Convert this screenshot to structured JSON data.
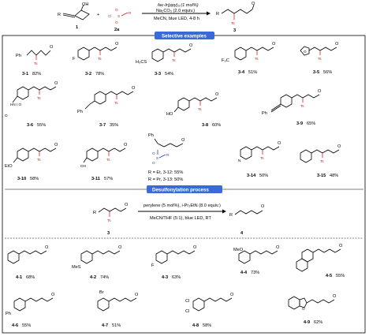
{
  "reaction": {
    "cat_line": "fac-Ir(ppy)₃ (1 mol%)",
    "base_line": "Na₂CO₃ (2.0 equiv.)",
    "cond_line": "MeCN, blue LED, 4-8 h",
    "oh": "OH",
    "sulfonyl_label": "Cl",
    "sulfonyl_r": "R",
    "r_sub": "R",
    "cmpd1": "1",
    "cmpd2": "2a",
    "cmpd3": "3",
    "o": "O",
    "ts": "Ts"
  },
  "section1": {
    "title": "Selective examples",
    "items": [
      {
        "id": "3-1",
        "yield": "82%",
        "sub": "Ph"
      },
      {
        "id": "3-2",
        "yield": "78%",
        "sub": "F"
      },
      {
        "id": "3-3",
        "yield": "54%",
        "sub": "H₃CS"
      },
      {
        "id": "3-4",
        "yield": "51%",
        "sub": "F₃C"
      },
      {
        "id": "3-5",
        "yield": "56%",
        "sub": "O"
      },
      {
        "id": "3-6",
        "yield": "55%",
        "sub": "HN / O"
      },
      {
        "id": "3-7",
        "yield": "35%",
        "sub": "Ph"
      },
      {
        "id": "3-8",
        "yield": "60%",
        "sub": "HO"
      },
      {
        "id": "3-9",
        "yield": "65%",
        "sub": "Ph"
      },
      {
        "id": "3-10",
        "yield": "58%",
        "sub": "EtO"
      },
      {
        "id": "3-11",
        "yield": "57%",
        "sub": "OH"
      },
      {
        "id": "3-12",
        "yield": "55%",
        "sub": "R = Et"
      },
      {
        "id": "3-13",
        "yield": "50%",
        "sub": "R = Pr"
      },
      {
        "id": "3-14",
        "yield": "50%",
        "sub": "N"
      },
      {
        "id": "3-15",
        "yield": "48%",
        "sub": ""
      }
    ],
    "label_12": "R = Et, 3-12: 55%",
    "label_13": "R = Pr, 3-13: 50%",
    "acetyl": "O",
    "n_atom": "N"
  },
  "section2": {
    "title": "Desulfonylation process",
    "cat_line": "perylene (5 mol%), i-Pr₂EtN (8.0 equiv.)",
    "cond_line": "MeCN/THF (5:1), blue LED, RT",
    "cmpd3": "3",
    "cmpd4": "4",
    "r": "R",
    "ts": "Ts",
    "o": "O"
  },
  "section3": {
    "items": [
      {
        "id": "4-1",
        "yield": "68%",
        "sub": ""
      },
      {
        "id": "4-2",
        "yield": "74%",
        "sub": "MeS"
      },
      {
        "id": "4-3",
        "yield": "63%",
        "sub": "F"
      },
      {
        "id": "4-4",
        "yield": "73%",
        "sub": "MeO"
      },
      {
        "id": "4-5",
        "yield": "55%",
        "sub": ""
      },
      {
        "id": "4-6",
        "yield": "55%",
        "sub": "Ph"
      },
      {
        "id": "4-7",
        "yield": "51%",
        "sub": "Br"
      },
      {
        "id": "4-8",
        "yield": "58%",
        "sub": "Cl"
      },
      {
        "id": "4-9",
        "yield": "62%",
        "sub": "O"
      }
    ],
    "cl2": "Cl"
  }
}
